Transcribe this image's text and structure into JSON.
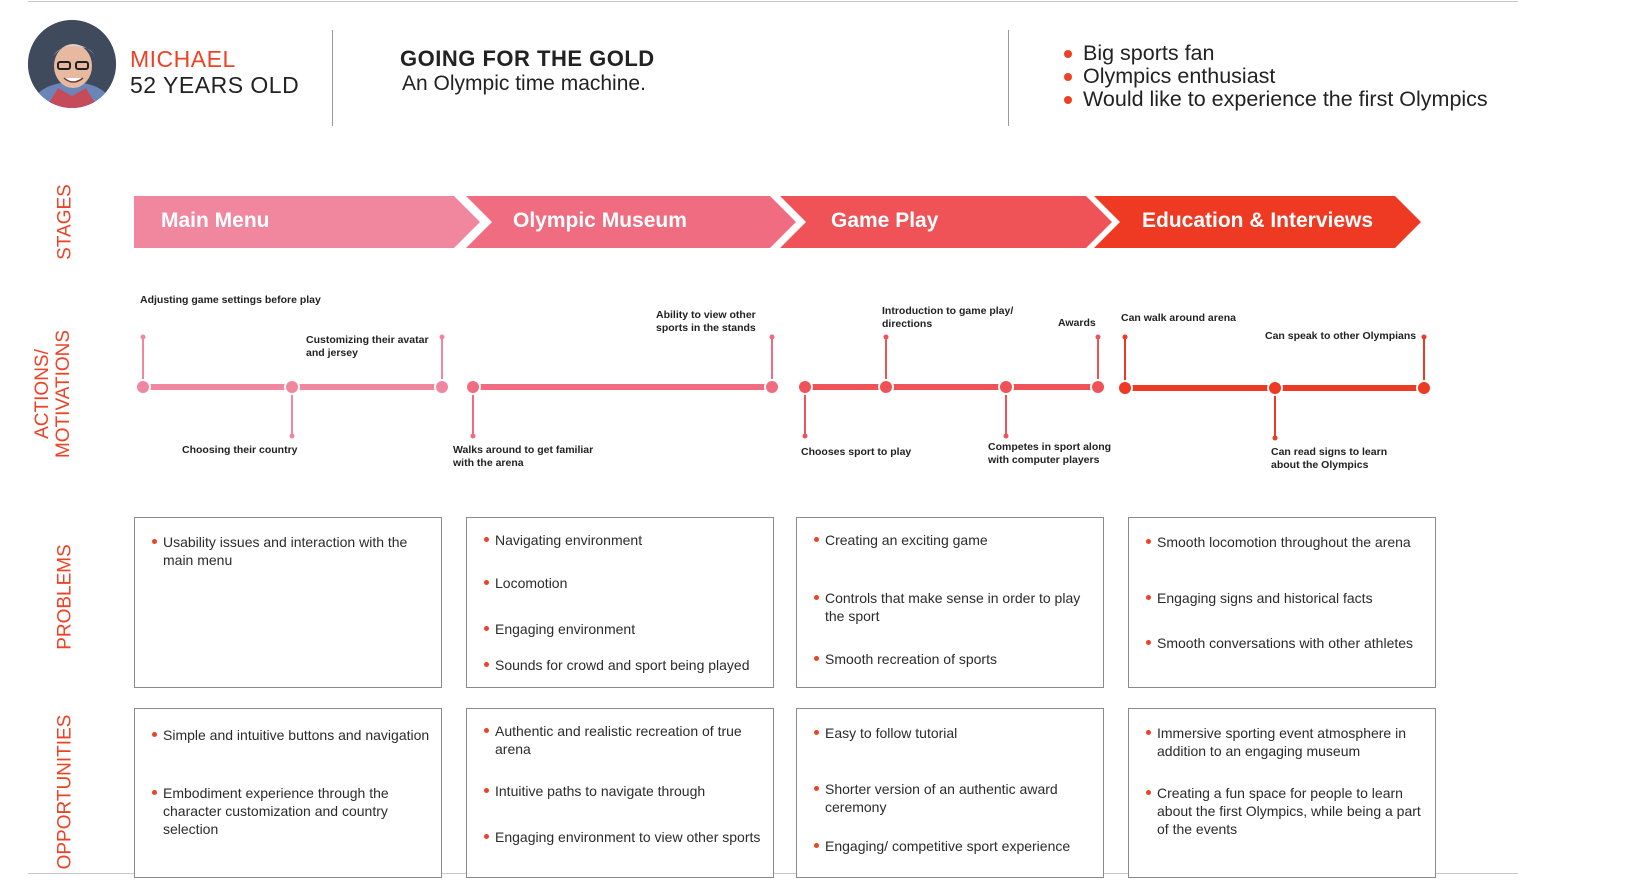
{
  "persona": {
    "name": "MICHAEL",
    "age": "52 YEARS OLD",
    "project_title": "GOING FOR THE GOLD",
    "project_subtitle": "An Olympic time machine.",
    "traits": [
      "Big sports fan",
      "Olympics enthusiast",
      "Would like to experience the first Olympics"
    ]
  },
  "row_labels": {
    "stages": "STAGES",
    "actions_line1": "ACTIONS/",
    "actions_line2": "MOTIVATIONS",
    "problems": "PROBLEMS",
    "opportunities": "OPPORTUNITIES"
  },
  "colors": {
    "accent": "#ee4226",
    "stage_1": "#f0879f",
    "stage_2": "#f06d81",
    "stage_3": "#f05357",
    "stage_4": "#ee3a22"
  },
  "stages": [
    "Main Menu",
    "Olympic Museum",
    "Game Play",
    "Education & Interviews"
  ],
  "actions": {
    "adjusting": "Adjusting game settings before play",
    "customizing_1": "Customizing their avatar",
    "customizing_2": "and jersey",
    "choosing_country": "Choosing their country",
    "ability_1": "Ability to view other",
    "ability_2": "sports in the stands",
    "walks_1": "Walks around to get familiar",
    "walks_2": "with the arena",
    "intro_1": "Introduction to game play/",
    "intro_2": "directions",
    "awards": "Awards",
    "chooses_sport": "Chooses sport to play",
    "competes_1": "Competes in sport along",
    "competes_2": "with computer players",
    "walk_arena": "Can walk around arena",
    "speak": "Can speak to other Olympians",
    "read_1": "Can read signs to learn",
    "read_2": "about the Olympics"
  },
  "problems": [
    [
      "Usability issues and interaction with the main menu"
    ],
    [
      "Navigating environment",
      "Locomotion",
      "Engaging environment",
      "Sounds for crowd and sport being played"
    ],
    [
      "Creating an exciting game",
      "Controls that make sense in order to play the sport",
      "Smooth recreation of sports"
    ],
    [
      "Smooth locomotion throughout the arena",
      "Engaging signs and historical facts",
      "Smooth conversations with other athletes"
    ]
  ],
  "opportunities": [
    [
      "Simple and intuitive buttons and navigation",
      "Embodiment experience through the character customization and country selection"
    ],
    [
      "Authentic and realistic recreation of true arena",
      "Intuitive paths to navigate through",
      "Engaging environment to view other sports"
    ],
    [
      "Easy to follow tutorial",
      "Shorter version of an authentic award ceremony",
      "Engaging/ competitive sport experience"
    ],
    [
      "Immersive sporting event atmosphere in addition to an engaging museum",
      "Creating a fun space for people to learn about the first Olympics, while being a part of the events"
    ]
  ]
}
